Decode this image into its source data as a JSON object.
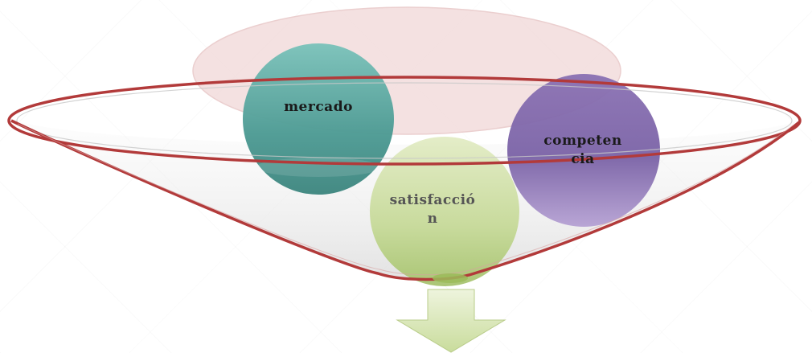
{
  "diagram": {
    "type": "funnel",
    "items": [
      {
        "label_line1": "mercado",
        "label_line2": "",
        "color": "#5fa9a2"
      },
      {
        "label_line1": "competen",
        "label_line2": "cia",
        "color": "#8a73b0"
      },
      {
        "label_line1": "satisfacció",
        "label_line2": "n",
        "color": "#c9dc9c"
      }
    ],
    "funnel_rim_color": "#b23a3a",
    "top_oval_color": "#f3dede",
    "arrow_color": "#d8e6b8"
  }
}
